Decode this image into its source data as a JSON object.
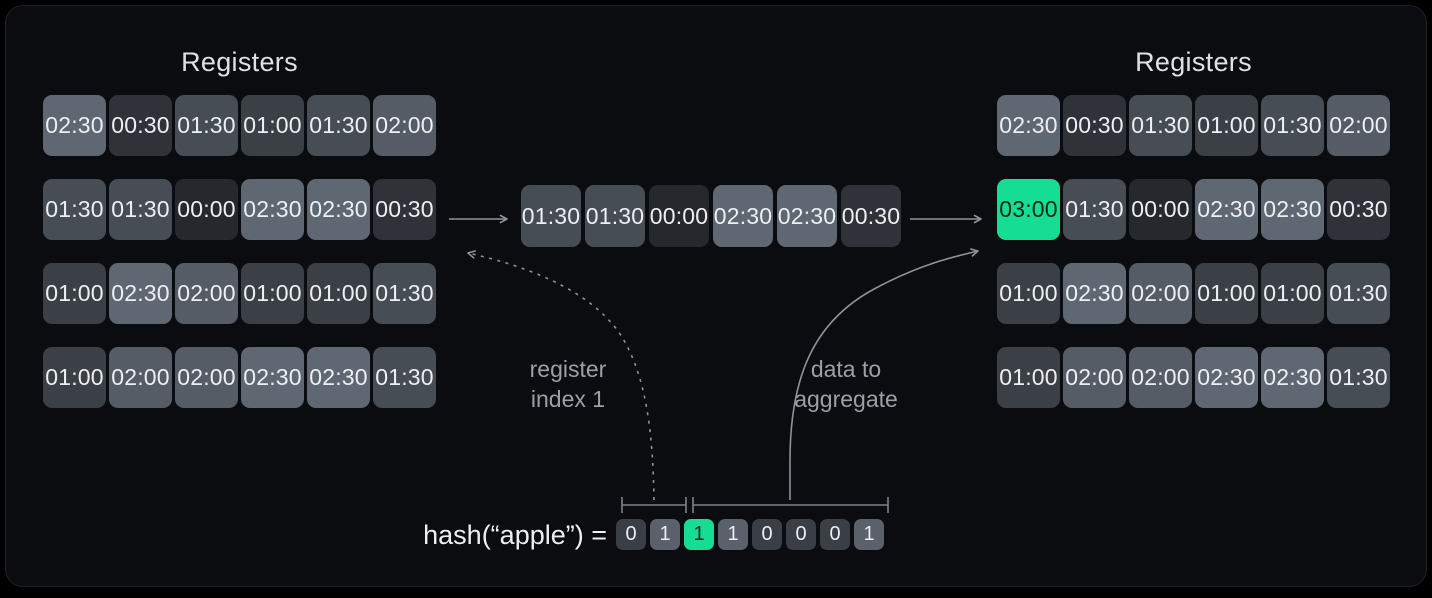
{
  "left_registers": {
    "title": "Registers",
    "rows": [
      [
        "02:30",
        "00:30",
        "01:30",
        "01:00",
        "01:30",
        "02:00"
      ],
      [
        "01:30",
        "01:30",
        "00:00",
        "02:30",
        "02:30",
        "00:30"
      ],
      [
        "01:00",
        "02:30",
        "02:00",
        "01:00",
        "01:00",
        "01:30"
      ],
      [
        "01:00",
        "02:00",
        "02:00",
        "02:30",
        "02:30",
        "01:30"
      ]
    ]
  },
  "middle_registers": {
    "cells": [
      "01:30",
      "01:30",
      "00:00",
      "02:30",
      "02:30",
      "00:30"
    ]
  },
  "right_registers": {
    "title": "Registers",
    "rows": [
      [
        "02:30",
        "00:30",
        "01:30",
        "01:00",
        "01:30",
        "02:00"
      ],
      [
        "03:00",
        "01:30",
        "00:00",
        "02:30",
        "02:30",
        "00:30"
      ],
      [
        "01:00",
        "02:30",
        "02:00",
        "01:00",
        "01:00",
        "01:30"
      ],
      [
        "01:00",
        "02:00",
        "02:00",
        "02:30",
        "02:30",
        "01:30"
      ]
    ],
    "highlight": {
      "row": 1,
      "col": 0,
      "value": "03:00"
    }
  },
  "annotations": {
    "register_index": {
      "line1": "register",
      "line2": "index 1"
    },
    "data_to_aggregate": {
      "line1": "data to",
      "line2": "aggregate"
    }
  },
  "hash": {
    "expression": "hash(“apple”) =",
    "bits": [
      "0",
      "1",
      "1",
      "1",
      "0",
      "0",
      "0",
      "1"
    ],
    "highlight_index": 2
  },
  "colors": {
    "value_colors": {
      "00:00": "#25282d",
      "00:30": "#2f3339",
      "01:00": "#3b4046",
      "01:30": "#474d55",
      "02:00": "#555c66",
      "02:30": "#5f6772",
      "03:00": "#15dd93"
    },
    "highlight": "#15dd93",
    "highlight_text": "#0d241b",
    "bit_zero": "#3a3e45",
    "bit_one": "#5a616b",
    "arrow": "#8e939a",
    "bracket": "#7d828a",
    "label": "#9aa0a7"
  }
}
